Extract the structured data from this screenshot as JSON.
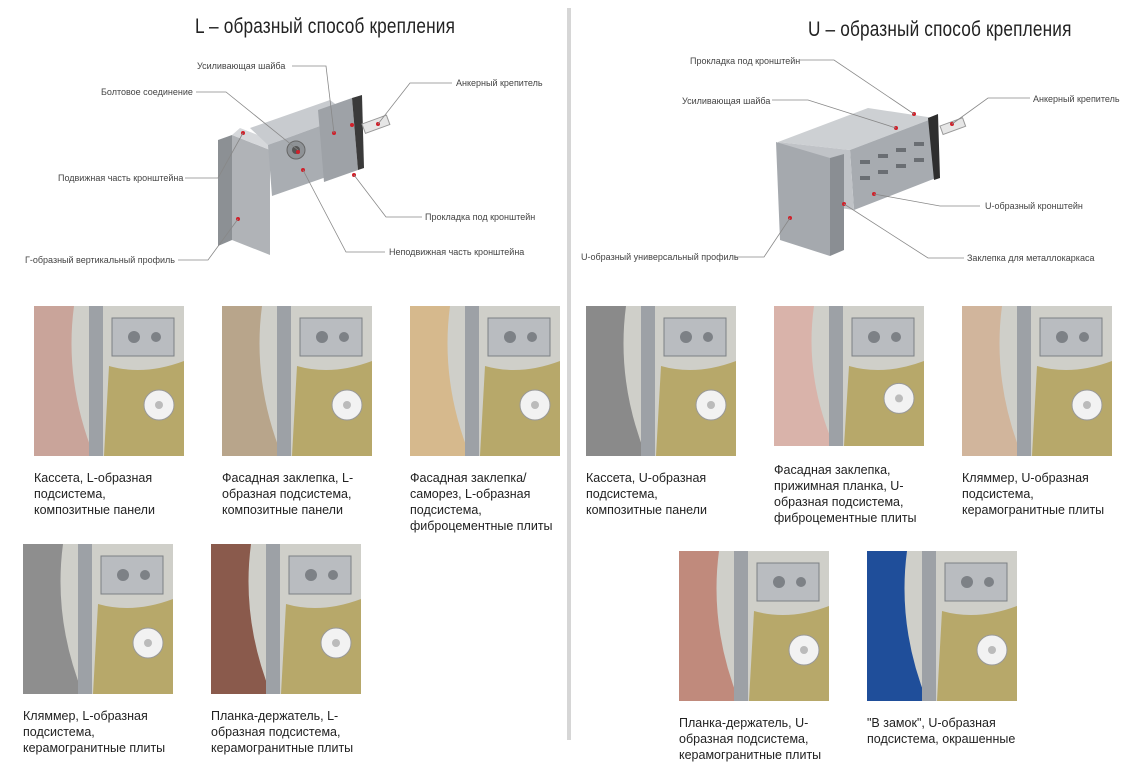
{
  "left": {
    "title": "L – образный способ крепления",
    "callouts": {
      "washer": "Усиливающая шайба",
      "bolt": "Болтовое соединение",
      "anchor": "Анкерный крепитель",
      "movable": "Подвижная часть кронштейна",
      "pad": "Прокладка под кронштейн",
      "fixed": "Неподвижная часть кронштейна",
      "profile": "Г-образный вертикальный профиль"
    },
    "items": [
      {
        "caption": "Кассета, L-образная подсистема, композитные панели",
        "panel": "#c9a49a"
      },
      {
        "caption": "Фасадная заклепка, L-образная подсистема, композитные панели",
        "panel": "#b8a58b"
      },
      {
        "caption": "Фасадная заклепка/ саморез, L-образная подсистема, фиброцементные плиты",
        "panel": "#d6b98d"
      },
      {
        "caption": "Кляммер, L-образная подсистема, керамогранитные плиты",
        "panel": "#8e8e8e"
      },
      {
        "caption": "Планка-держатель, L-образная подсистема, керамогранитные плиты",
        "panel": "#8a5a4c"
      }
    ]
  },
  "right": {
    "title": "U – образный способ крепления",
    "callouts": {
      "pad": "Прокладка под кронштейн",
      "washer": "Усиливающая шайба",
      "anchor": "Анкерный крепитель",
      "ubracket": "U-образный кронштейн",
      "profile": "U-образный универсальный профиль",
      "rivet": "Заклепка для металлокаркаса"
    },
    "items": [
      {
        "caption": "Кассета, U-образная подсистема, композитные панели",
        "panel": "#8a8a8a"
      },
      {
        "caption": "Фасадная заклепка, прижимная планка, U-образная подсистема, фиброцементные плиты",
        "panel": "#d9b3aa"
      },
      {
        "caption": "Кляммер, U-образная подсистема, керамогранитные плиты",
        "panel": "#d1b59c"
      },
      {
        "caption": "Планка-держатель, U-образная подсистема, керамогранитные плиты",
        "panel": "#c08a7c"
      },
      {
        "caption": "\"В замок\", U-образная подсистема, окрашенные",
        "panel": "#1f4e9a"
      }
    ]
  },
  "colors": {
    "wall": "#cfcfc9",
    "insulation": "#b7a86a",
    "metal": "#b9bcc0",
    "dowel": "#f2f2f2",
    "accent_dot": "#d0202a"
  }
}
